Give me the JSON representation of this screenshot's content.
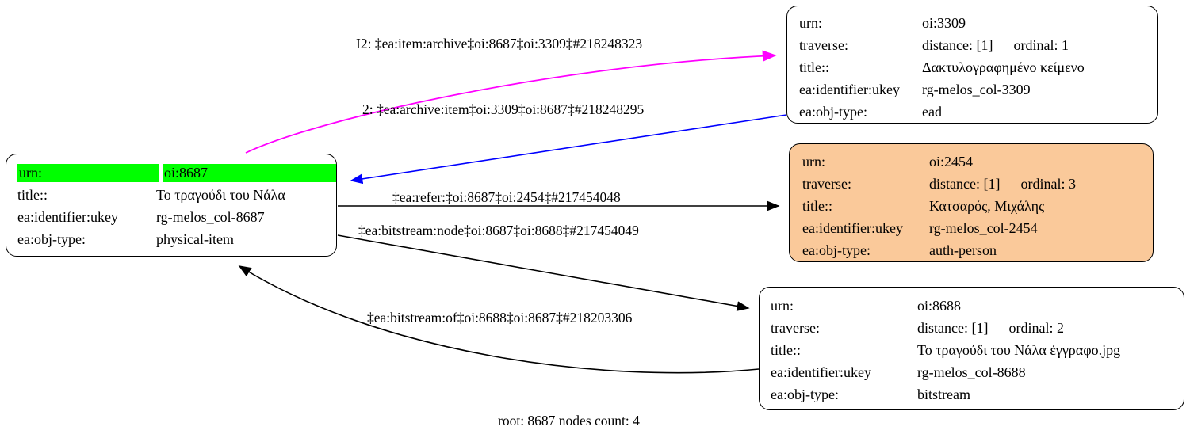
{
  "graph": {
    "caption": "root: 8687 nodes count: 4",
    "colors": {
      "highlight": "#00ff00",
      "orange_node": "#fac99a",
      "edge_magenta": "#ff00ff",
      "edge_blue": "#0000ff",
      "edge_black": "#000000"
    }
  },
  "nodes": {
    "n8687": {
      "id": "oi:8687",
      "rows": [
        {
          "key": "urn:",
          "value": "oi:8687",
          "highlighted": true
        },
        {
          "key": "title::",
          "value": "Το τραγούδι του Νάλα",
          "highlighted": false
        },
        {
          "key": "ea:identifier:ukey",
          "value": "rg-melos_col-8687",
          "highlighted": false
        },
        {
          "key": "ea:obj-type:",
          "value": "physical-item",
          "highlighted": false
        }
      ]
    },
    "n3309": {
      "id": "oi:3309",
      "rows": [
        {
          "key": "urn:",
          "value": "oi:3309"
        },
        {
          "key": "traverse:",
          "value": "distance: [1]",
          "value2": "ordinal: 1"
        },
        {
          "key": "title::",
          "value": "Δακτυλογραφημένο κείμενο"
        },
        {
          "key": "ea:identifier:ukey",
          "value": "rg-melos_col-3309"
        },
        {
          "key": "ea:obj-type:",
          "value": "ead"
        }
      ]
    },
    "n2454": {
      "id": "oi:2454",
      "rows": [
        {
          "key": "urn:",
          "value": "oi:2454"
        },
        {
          "key": "traverse:",
          "value": "distance: [1]",
          "value2": "ordinal: 3"
        },
        {
          "key": "title::",
          "value": "Κατσαρός, Μιχάλης"
        },
        {
          "key": "ea:identifier:ukey",
          "value": "rg-melos_col-2454"
        },
        {
          "key": "ea:obj-type:",
          "value": "auth-person"
        }
      ]
    },
    "n8688": {
      "id": "oi:8688",
      "rows": [
        {
          "key": "urn:",
          "value": "oi:8688"
        },
        {
          "key": "traverse:",
          "value": "distance: [1]",
          "value2": "ordinal: 2"
        },
        {
          "key": "title::",
          "value": "Το τραγούδι του Νάλα έγγραφο.jpg"
        },
        {
          "key": "ea:identifier:ukey",
          "value": "rg-melos_col-8688"
        },
        {
          "key": "ea:obj-type:",
          "value": "bitstream"
        }
      ]
    }
  },
  "edges": {
    "item_archive": "I2: ‡ea:item:archive‡oi:8687‡oi:3309‡#218248323",
    "archive_item": "2: ‡ea:archive:item‡oi:3309‡oi:8687‡#218248295",
    "refer": "‡ea:refer:‡oi:8687‡oi:2454‡#217454048",
    "bitstream_node": "‡ea:bitstream:node‡oi:8687‡oi:8688‡#217454049",
    "bitstream_of": "‡ea:bitstream:of‡oi:8688‡oi:8687‡#218203306"
  }
}
